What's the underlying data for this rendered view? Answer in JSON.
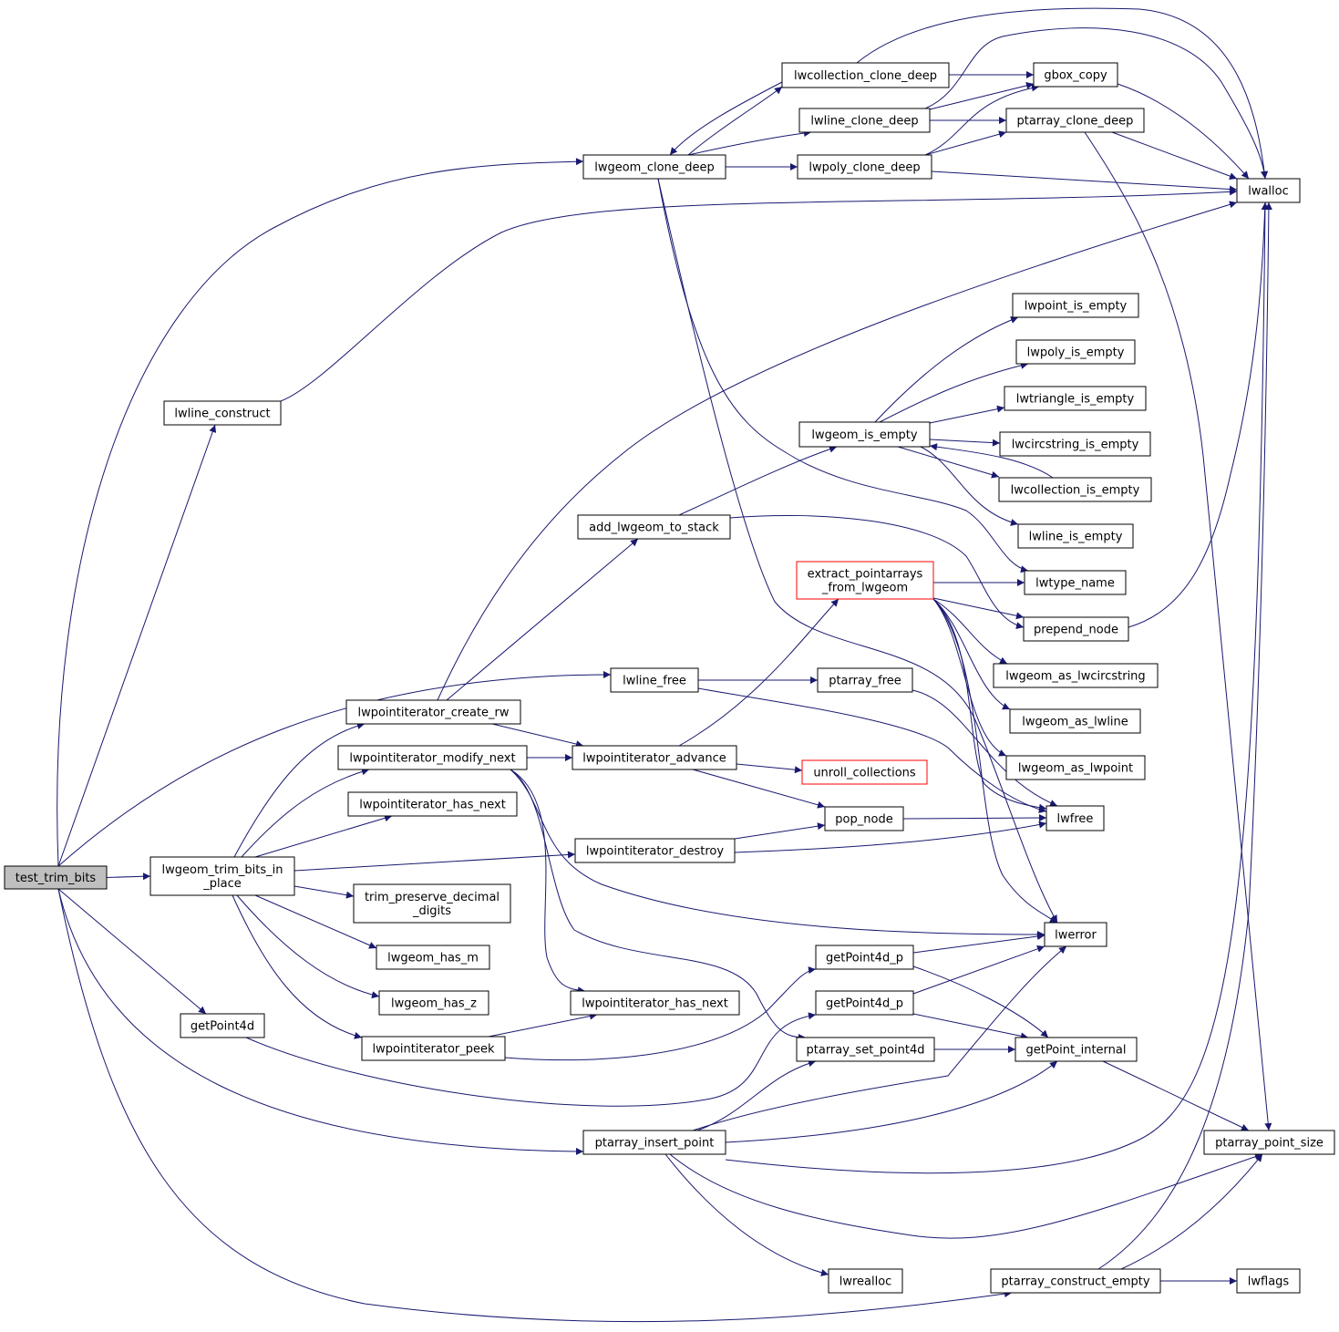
{
  "graph": {
    "edge_color": "#191970",
    "root_fill": "#bfbfbf",
    "highlight_border": "#ff0000",
    "nodes": [
      {
        "id": "test_trim_bits",
        "label": [
          "test_trim_bits"
        ]
      },
      {
        "id": "lwgeom_trim_bits_in_place",
        "label": [
          "lwgeom_trim_bits_in",
          "_place"
        ]
      },
      {
        "id": "lwline_construct",
        "label": [
          "lwline_construct"
        ]
      },
      {
        "id": "getPoint4d",
        "label": [
          "getPoint4d"
        ]
      },
      {
        "id": "lwgeom_clone_deep",
        "label": [
          "lwgeom_clone_deep"
        ]
      },
      {
        "id": "lwline_free",
        "label": [
          "lwline_free"
        ]
      },
      {
        "id": "ptarray_insert_point",
        "label": [
          "ptarray_insert_point"
        ]
      },
      {
        "id": "ptarray_construct_empty",
        "label": [
          "ptarray_construct_empty"
        ]
      },
      {
        "id": "lwpointiterator_create_rw",
        "label": [
          "lwpointiterator_create_rw"
        ]
      },
      {
        "id": "lwpointiterator_modify_next",
        "label": [
          "lwpointiterator_modify_next"
        ]
      },
      {
        "id": "lwpointiterator_has_next_a",
        "label": [
          "lwpointiterator_has_next"
        ]
      },
      {
        "id": "trim_preserve_decimal_digits",
        "label": [
          "trim_preserve_decimal",
          "_digits"
        ]
      },
      {
        "id": "lwgeom_has_m",
        "label": [
          "lwgeom_has_m"
        ]
      },
      {
        "id": "lwgeom_has_z",
        "label": [
          "lwgeom_has_z"
        ]
      },
      {
        "id": "lwpointiterator_peek",
        "label": [
          "lwpointiterator_peek"
        ]
      },
      {
        "id": "lwpointiterator_destroy",
        "label": [
          "lwpointiterator_destroy"
        ]
      },
      {
        "id": "lwcollection_clone_deep",
        "label": [
          "lwcollection_clone_deep"
        ]
      },
      {
        "id": "lwline_clone_deep",
        "label": [
          "lwline_clone_deep"
        ]
      },
      {
        "id": "lwpoly_clone_deep",
        "label": [
          "lwpoly_clone_deep"
        ]
      },
      {
        "id": "gbox_copy",
        "label": [
          "gbox_copy"
        ]
      },
      {
        "id": "ptarray_clone_deep",
        "label": [
          "ptarray_clone_deep"
        ]
      },
      {
        "id": "lwalloc",
        "label": [
          "lwalloc"
        ]
      },
      {
        "id": "add_lwgeom_to_stack",
        "label": [
          "add_lwgeom_to_stack"
        ]
      },
      {
        "id": "lwgeom_is_empty",
        "label": [
          "lwgeom_is_empty"
        ]
      },
      {
        "id": "lwpoint_is_empty",
        "label": [
          "lwpoint_is_empty"
        ]
      },
      {
        "id": "lwpoly_is_empty",
        "label": [
          "lwpoly_is_empty"
        ]
      },
      {
        "id": "lwtriangle_is_empty",
        "label": [
          "lwtriangle_is_empty"
        ]
      },
      {
        "id": "lwcircstring_is_empty",
        "label": [
          "lwcircstring_is_empty"
        ]
      },
      {
        "id": "lwcollection_is_empty",
        "label": [
          "lwcollection_is_empty"
        ]
      },
      {
        "id": "lwline_is_empty",
        "label": [
          "lwline_is_empty"
        ]
      },
      {
        "id": "lwtype_name",
        "label": [
          "lwtype_name"
        ]
      },
      {
        "id": "prepend_node",
        "label": [
          "prepend_node"
        ]
      },
      {
        "id": "extract_pointarrays_from_lwgeom",
        "label": [
          "extract_pointarrays",
          "_from_lwgeom"
        ],
        "red": true
      },
      {
        "id": "lwgeom_as_lwcircstring",
        "label": [
          "lwgeom_as_lwcircstring"
        ]
      },
      {
        "id": "lwgeom_as_lwline",
        "label": [
          "lwgeom_as_lwline"
        ]
      },
      {
        "id": "lwgeom_as_lwpoint",
        "label": [
          "lwgeom_as_lwpoint"
        ]
      },
      {
        "id": "ptarray_free",
        "label": [
          "ptarray_free"
        ]
      },
      {
        "id": "lwpointiterator_advance",
        "label": [
          "lwpointiterator_advance"
        ]
      },
      {
        "id": "unroll_collections",
        "label": [
          "unroll_collections"
        ],
        "red": true
      },
      {
        "id": "pop_node",
        "label": [
          "pop_node"
        ]
      },
      {
        "id": "lwfree",
        "label": [
          "lwfree"
        ]
      },
      {
        "id": "lwerror",
        "label": [
          "lwerror"
        ]
      },
      {
        "id": "getPoint4d_p_a",
        "label": [
          "getPoint4d_p"
        ]
      },
      {
        "id": "getPoint4d_p_b",
        "label": [
          "getPoint4d_p"
        ]
      },
      {
        "id": "lwpointiterator_has_next_b",
        "label": [
          "lwpointiterator_has_next"
        ]
      },
      {
        "id": "ptarray_set_point4d",
        "label": [
          "ptarray_set_point4d"
        ]
      },
      {
        "id": "getPoint_internal",
        "label": [
          "getPoint_internal"
        ]
      },
      {
        "id": "ptarray_point_size",
        "label": [
          "ptarray_point_size"
        ]
      },
      {
        "id": "lwrealloc",
        "label": [
          "lwrealloc"
        ]
      },
      {
        "id": "lwflags",
        "label": [
          "lwflags"
        ]
      }
    ],
    "edges": [
      [
        "test_trim_bits",
        "lwgeom_trim_bits_in_place"
      ],
      [
        "test_trim_bits",
        "lwline_construct"
      ],
      [
        "test_trim_bits",
        "getPoint4d"
      ],
      [
        "test_trim_bits",
        "lwgeom_clone_deep"
      ],
      [
        "test_trim_bits",
        "lwline_free"
      ],
      [
        "test_trim_bits",
        "ptarray_insert_point"
      ],
      [
        "test_trim_bits",
        "ptarray_construct_empty"
      ],
      [
        "lwgeom_trim_bits_in_place",
        "lwpointiterator_create_rw"
      ],
      [
        "lwgeom_trim_bits_in_place",
        "lwpointiterator_modify_next"
      ],
      [
        "lwgeom_trim_bits_in_place",
        "lwpointiterator_has_next_a"
      ],
      [
        "lwgeom_trim_bits_in_place",
        "trim_preserve_decimal_digits"
      ],
      [
        "lwgeom_trim_bits_in_place",
        "lwgeom_has_m"
      ],
      [
        "lwgeom_trim_bits_in_place",
        "lwgeom_has_z"
      ],
      [
        "lwgeom_trim_bits_in_place",
        "lwpointiterator_peek"
      ],
      [
        "lwgeom_trim_bits_in_place",
        "lwpointiterator_destroy"
      ],
      [
        "lwline_construct",
        "lwalloc"
      ],
      [
        "getPoint4d",
        "getPoint4d_p_b"
      ],
      [
        "lwgeom_clone_deep",
        "lwcollection_clone_deep"
      ],
      [
        "lwgeom_clone_deep",
        "lwline_clone_deep"
      ],
      [
        "lwgeom_clone_deep",
        "lwpoly_clone_deep"
      ],
      [
        "lwgeom_clone_deep",
        "lwtype_name"
      ],
      [
        "lwgeom_clone_deep",
        "lwerror"
      ],
      [
        "lwcollection_clone_deep",
        "lwgeom_clone_deep"
      ],
      [
        "lwcollection_clone_deep",
        "gbox_copy"
      ],
      [
        "lwcollection_clone_deep",
        "lwalloc"
      ],
      [
        "lwline_clone_deep",
        "gbox_copy"
      ],
      [
        "lwline_clone_deep",
        "ptarray_clone_deep"
      ],
      [
        "lwline_clone_deep",
        "lwalloc"
      ],
      [
        "lwpoly_clone_deep",
        "gbox_copy"
      ],
      [
        "lwpoly_clone_deep",
        "ptarray_clone_deep"
      ],
      [
        "lwpoly_clone_deep",
        "lwalloc"
      ],
      [
        "gbox_copy",
        "lwalloc"
      ],
      [
        "ptarray_clone_deep",
        "lwalloc"
      ],
      [
        "ptarray_clone_deep",
        "ptarray_point_size"
      ],
      [
        "lwpointiterator_create_rw",
        "add_lwgeom_to_stack"
      ],
      [
        "lwpointiterator_create_rw",
        "lwpointiterator_advance"
      ],
      [
        "lwpointiterator_create_rw",
        "lwalloc"
      ],
      [
        "add_lwgeom_to_stack",
        "lwgeom_is_empty"
      ],
      [
        "add_lwgeom_to_stack",
        "prepend_node"
      ],
      [
        "lwgeom_is_empty",
        "lwpoint_is_empty"
      ],
      [
        "lwgeom_is_empty",
        "lwpoly_is_empty"
      ],
      [
        "lwgeom_is_empty",
        "lwtriangle_is_empty"
      ],
      [
        "lwgeom_is_empty",
        "lwcircstring_is_empty"
      ],
      [
        "lwgeom_is_empty",
        "lwcollection_is_empty"
      ],
      [
        "lwgeom_is_empty",
        "lwline_is_empty"
      ],
      [
        "lwcollection_is_empty",
        "lwgeom_is_empty"
      ],
      [
        "prepend_node",
        "lwalloc"
      ],
      [
        "lwpointiterator_modify_next",
        "lwpointiterator_advance"
      ],
      [
        "lwpointiterator_modify_next",
        "lwpointiterator_has_next_b"
      ],
      [
        "lwpointiterator_modify_next",
        "ptarray_set_point4d"
      ],
      [
        "lwpointiterator_modify_next",
        "lwerror"
      ],
      [
        "lwpointiterator_advance",
        "extract_pointarrays_from_lwgeom"
      ],
      [
        "lwpointiterator_advance",
        "unroll_collections"
      ],
      [
        "lwpointiterator_advance",
        "pop_node"
      ],
      [
        "extract_pointarrays_from_lwgeom",
        "lwtype_name"
      ],
      [
        "extract_pointarrays_from_lwgeom",
        "prepend_node"
      ],
      [
        "extract_pointarrays_from_lwgeom",
        "lwgeom_as_lwcircstring"
      ],
      [
        "extract_pointarrays_from_lwgeom",
        "lwgeom_as_lwline"
      ],
      [
        "extract_pointarrays_from_lwgeom",
        "lwgeom_as_lwpoint"
      ],
      [
        "extract_pointarrays_from_lwgeom",
        "lwfree"
      ],
      [
        "extract_pointarrays_from_lwgeom",
        "lwerror"
      ],
      [
        "lwline_free",
        "ptarray_free"
      ],
      [
        "lwline_free",
        "lwfree"
      ],
      [
        "ptarray_free",
        "lwfree"
      ],
      [
        "pop_node",
        "lwfree"
      ],
      [
        "lwpointiterator_destroy",
        "pop_node"
      ],
      [
        "lwpointiterator_destroy",
        "lwfree"
      ],
      [
        "lwpointiterator_peek",
        "lwpointiterator_has_next_b"
      ],
      [
        "lwpointiterator_peek",
        "getPoint4d_p_a"
      ],
      [
        "getPoint4d_p_a",
        "lwerror"
      ],
      [
        "getPoint4d_p_a",
        "getPoint_internal"
      ],
      [
        "getPoint4d_p_b",
        "lwerror"
      ],
      [
        "getPoint4d_p_b",
        "getPoint_internal"
      ],
      [
        "ptarray_set_point4d",
        "getPoint_internal"
      ],
      [
        "getPoint_internal",
        "ptarray_point_size"
      ],
      [
        "ptarray_insert_point",
        "ptarray_set_point4d"
      ],
      [
        "ptarray_insert_point",
        "lwerror"
      ],
      [
        "ptarray_insert_point",
        "getPoint_internal"
      ],
      [
        "ptarray_insert_point",
        "lwrealloc"
      ],
      [
        "ptarray_insert_point",
        "ptarray_point_size"
      ],
      [
        "ptarray_insert_point",
        "lwalloc"
      ],
      [
        "ptarray_construct_empty",
        "lwalloc"
      ],
      [
        "ptarray_construct_empty",
        "ptarray_point_size"
      ],
      [
        "ptarray_construct_empty",
        "lwflags"
      ]
    ]
  }
}
